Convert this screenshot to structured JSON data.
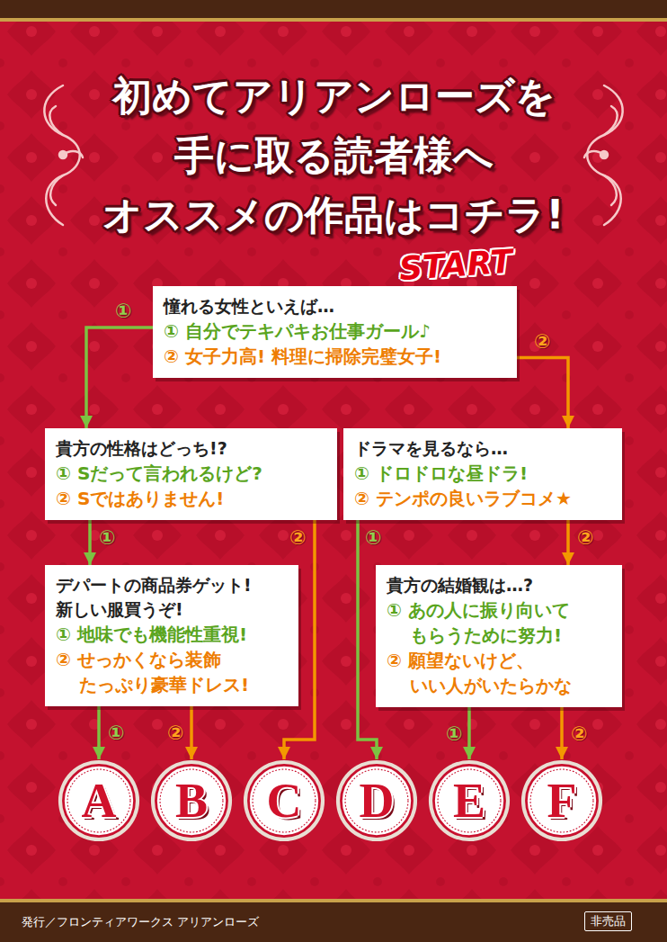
{
  "diagram": {
    "title": "初めてアリアンローズを 手に取る読者様へ オススメの作品はコチラ!",
    "nodes": [
      {
        "text": [
          "憧れる女性といえば…",
          "① 自分でテキパキお仕事ガール♪",
          "② 女子力高! 料理に掃除完璧女子!"
        ]
      },
      {
        "text": [
          "貴方の性格はどっち!?",
          "① Sだって言われるけど?",
          "② Sではありません!"
        ]
      },
      {
        "text": [
          "ドラマを見るなら…",
          "① ドロドロな昼ドラ!",
          "② テンポの良いラブコメ★"
        ]
      },
      {
        "text": [
          "デパートの商品券ゲット! 新しい服買うぞ!",
          "① 地味でも機能性重視!",
          "② せっかくなら装飾 たっぷり豪華ドレス!"
        ]
      },
      {
        "text": [
          "貴方の結婚観は…?",
          "① あの人に振り向いて もらうために努力!",
          "② 願望ないけど、 いい人がいたらかな"
        ]
      },
      {
        "text": [
          "A"
        ]
      },
      {
        "text": [
          "B"
        ]
      },
      {
        "text": [
          "C"
        ]
      },
      {
        "text": [
          "D"
        ]
      },
      {
        "text": [
          "E"
        ]
      },
      {
        "text": [
          "F"
        ]
      }
    ],
    "edges": [
      {
        "from": 0,
        "to": 1,
        "label": "①",
        "arrow": "to"
      },
      {
        "from": 0,
        "to": 2,
        "label": "②",
        "arrow": "to"
      },
      {
        "from": 1,
        "to": 3,
        "label": "①",
        "arrow": "to"
      },
      {
        "from": 1,
        "to": 7,
        "label": "②",
        "arrow": "to"
      },
      {
        "from": 2,
        "to": 8,
        "label": "①",
        "arrow": "to"
      },
      {
        "from": 2,
        "to": 4,
        "label": "②",
        "arrow": "to"
      },
      {
        "from": 3,
        "to": 5,
        "label": "①",
        "arrow": "to"
      },
      {
        "from": 3,
        "to": 6,
        "label": "②",
        "arrow": "to"
      },
      {
        "from": 4,
        "to": 9,
        "label": "①",
        "arrow": "to"
      },
      {
        "from": 4,
        "to": 10,
        "label": "②",
        "arrow": "to"
      }
    ],
    "labels": [
      "START",
      "発行／フロンティアワークス アリアンローズ",
      "非売品"
    ]
  }
}
